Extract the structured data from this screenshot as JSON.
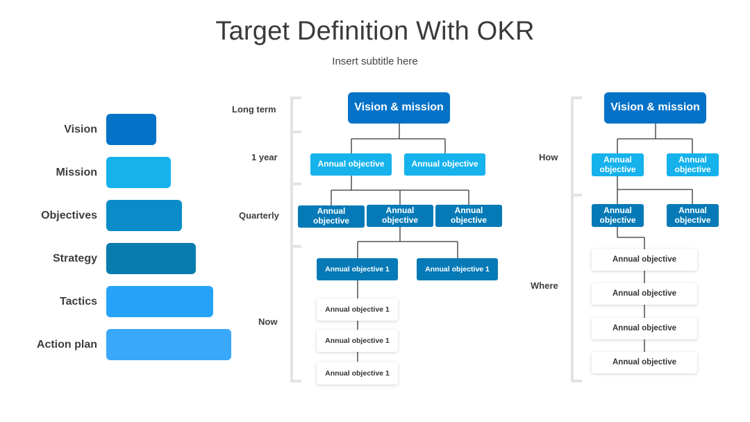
{
  "title": "Target Definition With OKR",
  "subtitle": "Insert subtitle here",
  "pyramid": [
    {
      "label": "Vision",
      "color": "#0372c7"
    },
    {
      "label": "Mission",
      "color": "#15b2ec"
    },
    {
      "label": "Objectives",
      "color": "#0a8cc9"
    },
    {
      "label": "Strategy",
      "color": "#087cae"
    },
    {
      "label": "Tactics",
      "color": "#26a3f9"
    },
    {
      "label": "Action plan",
      "color": "#39a8fa"
    }
  ],
  "timeline": {
    "long_term": "Long term",
    "one_year": "1 year",
    "quarterly": "Quarterly",
    "now": "Now"
  },
  "tree1": {
    "vision": "Vision & mission",
    "annual_row": [
      "Annual objective",
      "Annual objective"
    ],
    "quarter_row": [
      "Annual objective",
      "Annual objective",
      "Annual objective"
    ],
    "obj1_row": [
      "Annual objective 1",
      "Annual objective 1"
    ],
    "now_items": [
      "Annual objective 1",
      "Annual objective 1",
      "Annual objective 1"
    ]
  },
  "side_labels": {
    "how": "How",
    "where": "Where"
  },
  "tree2": {
    "vision": "Vision & mission",
    "row1": [
      "Annual objective",
      "Annual objective"
    ],
    "row2": [
      "Annual objective",
      "Annual objective"
    ],
    "list": [
      "Annual objective",
      "Annual objective",
      "Annual objective",
      "Annual objective"
    ]
  }
}
